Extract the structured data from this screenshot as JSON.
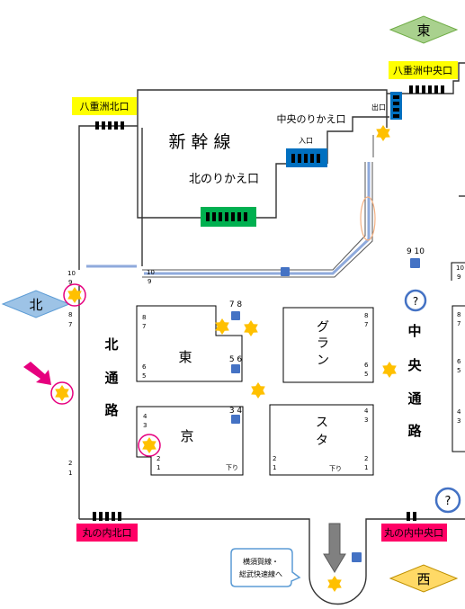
{
  "compass": {
    "east": {
      "label": "東",
      "color": "#a9d18e"
    },
    "north": {
      "label": "北",
      "color": "#9dc3e6"
    },
    "west": {
      "label": "西",
      "color": "#ffd966"
    }
  },
  "colors": {
    "exit_label_bg": "#ffff00",
    "south_exit_label_bg": "#ff0066",
    "gate_fill": "#000000",
    "north_transfer_gate": "#00b050",
    "central_transfer_gate": "#0070c0",
    "info_marker": "#4472c4",
    "star_marker": "#ffc000",
    "highlight_circle": "#e6007e",
    "pointer_arrow": "#e6007e"
  },
  "exits": {
    "yaesu_north": "八重洲北口",
    "yaesu_central": "八重洲中央口",
    "marunouchi_north": "丸の内北口",
    "marunouchi_central": "丸の内中央口"
  },
  "shinkansen": {
    "title": "新 幹 線",
    "north_transfer": "北のりかえ口",
    "central_transfer": "中央のりかえ口",
    "entrance": "入口",
    "exit": "出口"
  },
  "passages": {
    "north_chars": [
      "北",
      "通",
      "路"
    ],
    "central_chars": [
      "中",
      "央",
      "通",
      "路"
    ]
  },
  "blocks": {
    "east": "東",
    "kyo": "京",
    "gran": [
      "グ",
      "ラ",
      "ン"
    ],
    "sta": [
      "ス",
      "タ"
    ],
    "down_label": "下り"
  },
  "platform_numbers": {
    "pair_7_8": "7 8",
    "pair_5_6": "5 6",
    "pair_3_4": "3 4",
    "pair_9_10": "9 10",
    "n1": "1",
    "n2": "2",
    "n3": "3",
    "n4": "4",
    "n5": "5",
    "n6": "6",
    "n7": "7",
    "n8": "8",
    "n9": "9",
    "n10": "10"
  },
  "info_symbol": "?",
  "callout": {
    "line1": "横須賀線・",
    "line2": "総武快速線へ"
  }
}
